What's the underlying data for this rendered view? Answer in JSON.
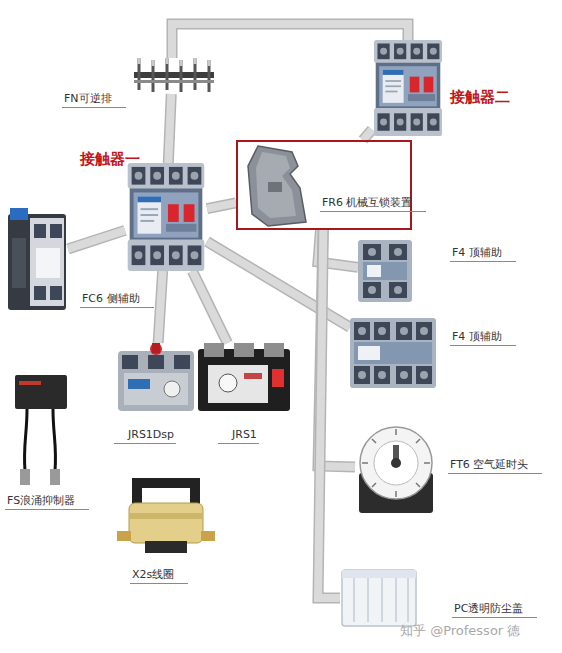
{
  "diagram": {
    "nodes": [
      {
        "text": [
          "FN可逆排"
        ]
      },
      {
        "text": [
          "接触器二"
        ]
      },
      {
        "text": [
          "FR6 机械互锁装置"
        ]
      },
      {
        "text": [
          "接触器一"
        ]
      },
      {
        "text": [
          "F4 顶辅助"
        ]
      },
      {
        "text": [
          "FC6 侧辅助"
        ]
      },
      {
        "text": [
          "F4 顶辅助"
        ]
      },
      {
        "text": [
          "JRS1Dsp"
        ]
      },
      {
        "text": [
          "JRS1"
        ]
      },
      {
        "text": [
          "FT6 空气延时头"
        ]
      },
      {
        "text": [
          "FS浪涌抑制器"
        ]
      },
      {
        "text": [
          "X2s线圈"
        ]
      },
      {
        "text": [
          "PC透明防尘盖"
        ]
      }
    ],
    "edges": [
      {
        "from": 3,
        "to": 0,
        "arrow": "none"
      },
      {
        "from": 0,
        "to": 1,
        "arrow": "none"
      },
      {
        "from": 3,
        "to": 2,
        "arrow": "none"
      },
      {
        "from": 2,
        "to": 1,
        "arrow": "none"
      },
      {
        "from": 3,
        "to": 5,
        "arrow": "none"
      },
      {
        "from": 3,
        "to": 7,
        "arrow": "none"
      },
      {
        "from": 3,
        "to": 8,
        "arrow": "none"
      },
      {
        "from": 3,
        "to": 6,
        "arrow": "none"
      },
      {
        "from": 2,
        "to": 4,
        "arrow": "none"
      },
      {
        "from": 2,
        "to": 9,
        "arrow": "none"
      },
      {
        "from": 2,
        "to": 12,
        "arrow": "none"
      }
    ],
    "labels": [
      "知乎 @Professor 德"
    ]
  }
}
